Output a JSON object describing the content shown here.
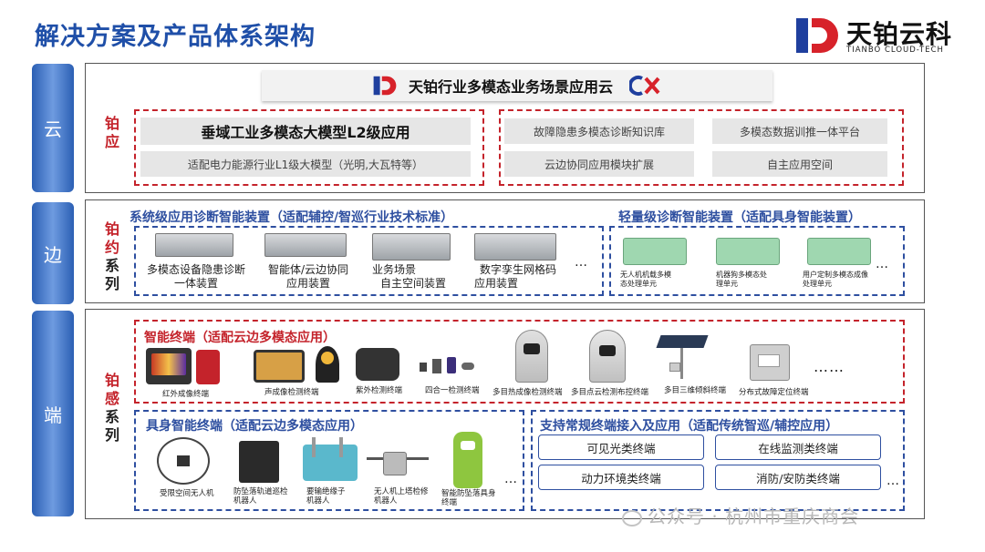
{
  "page_title": "解决方案及产品体系架构",
  "logo": {
    "name": "天铂云科",
    "sub": "TIANBO CLOUD-TECH"
  },
  "tiers": {
    "cloud": "云",
    "edge": "边",
    "end": "端"
  },
  "cloud": {
    "banner": "天铂行业多模态业务场景应用云",
    "label": [
      "铂",
      "应"
    ],
    "main_app": "垂域工业多模态大模型L2级应用",
    "sub_app": "适配电力能源行业L1级大模型（光明,大瓦特等）",
    "right_items": [
      "故障隐患多模态诊断知识库",
      "多模态数据训推一体平台",
      "云边协同应用模块扩展",
      "自主应用空间"
    ]
  },
  "edge": {
    "label": [
      "铂",
      "约",
      "系",
      "列"
    ],
    "system_heading": "系统级应用诊断智能装置（适配辅控/智巡行业技术标准）",
    "light_heading": "轻量级诊断智能装置（适配具身智能装置）",
    "system_devices": [
      [
        "多模态设备隐患诊断",
        "一体装置"
      ],
      [
        "智能体/云边协同",
        "应用装置"
      ],
      [
        "业务场景",
        "自主空间装置"
      ],
      [
        "数字孪生网格码",
        "应用装置"
      ]
    ],
    "light_devices": [
      [
        "无人机机载多模",
        "态处理单元"
      ],
      [
        "机器狗多模态处",
        "理单元"
      ],
      [
        "用户定制多模态成像",
        "处理单元"
      ]
    ],
    "ellipsis": "…"
  },
  "end": {
    "label": [
      "铂",
      "感",
      "系",
      "列"
    ],
    "smart_heading": "智能终端（适配云边多模态应用）",
    "smart_terminals": [
      "红外成像终端",
      "声成像检测终端",
      "紫外检测终端",
      "四合一检测终端",
      "多目热成像检测终端",
      "多目点云检测布控终端",
      "多目三维倾斜终端",
      "分布式故障定位终端"
    ],
    "smart_ellipsis": "……",
    "embodied_heading": "具身智能终端（适配云边多模态应用）",
    "embodied_terminals": [
      [
        "受限空间无人机"
      ],
      [
        "防坠落轨道巡检",
        "机器人"
      ],
      [
        "要输绝缘子",
        "机器人"
      ],
      [
        "无人机上塔检修",
        "机器人"
      ],
      [
        "智能防坠落具身",
        "终端"
      ]
    ],
    "conv_heading": "支持常规终端接入及应用（适配传统智巡/辅控应用）",
    "conv_items": [
      "可见光类终端",
      "在线监测类终端",
      "动力环境类终端",
      "消防/安防类终端"
    ],
    "ellipsis": "…"
  },
  "watermark": "公众号 · 杭州市重庆商会",
  "colors": {
    "blue": "#1f4fa8",
    "red": "#c4232b",
    "gray_box": "#e6e6e6"
  }
}
